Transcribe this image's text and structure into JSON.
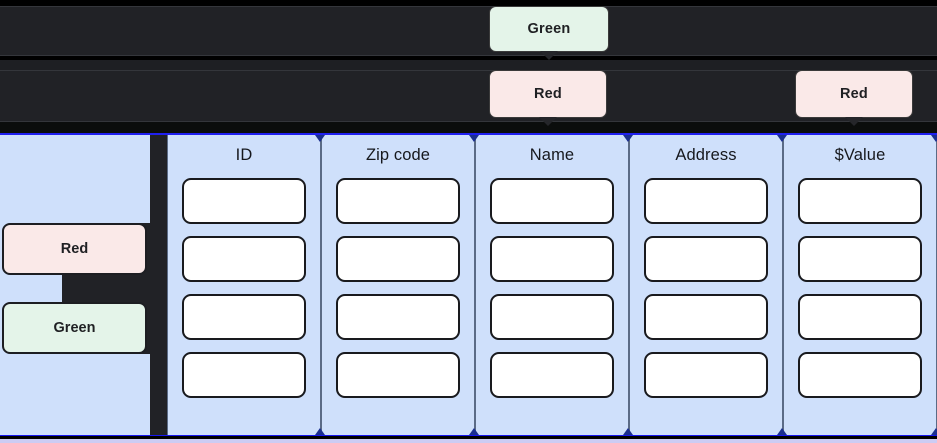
{
  "annotations": {
    "top_chips": [
      {
        "id": "green-top",
        "label": "Green",
        "color": "#e4f4e9",
        "pointer": "down"
      },
      {
        "id": "red-top",
        "label": "Red",
        "color": "#fae9e8",
        "pointer": "down"
      },
      {
        "id": "red-right",
        "label": "Red",
        "color": "#fae9e8",
        "pointer": "down"
      }
    ],
    "side_chips": [
      {
        "id": "side-red",
        "label": "Red",
        "color": "#fae9e8"
      },
      {
        "id": "side-green",
        "label": "Green",
        "color": "#e4f4e9"
      }
    ]
  },
  "table": {
    "columns": [
      {
        "header": "ID"
      },
      {
        "header": "Zip code"
      },
      {
        "header": "Name"
      },
      {
        "header": "Address"
      },
      {
        "header": "$Value"
      }
    ],
    "row_count": 4,
    "cell_value": ""
  },
  "colors": {
    "panel_blue": "#cfe0fb",
    "band_dark": "#212226",
    "accent_blue": "#2020f0",
    "chip_green": "#e4f4e9",
    "chip_red": "#fae9e8"
  }
}
